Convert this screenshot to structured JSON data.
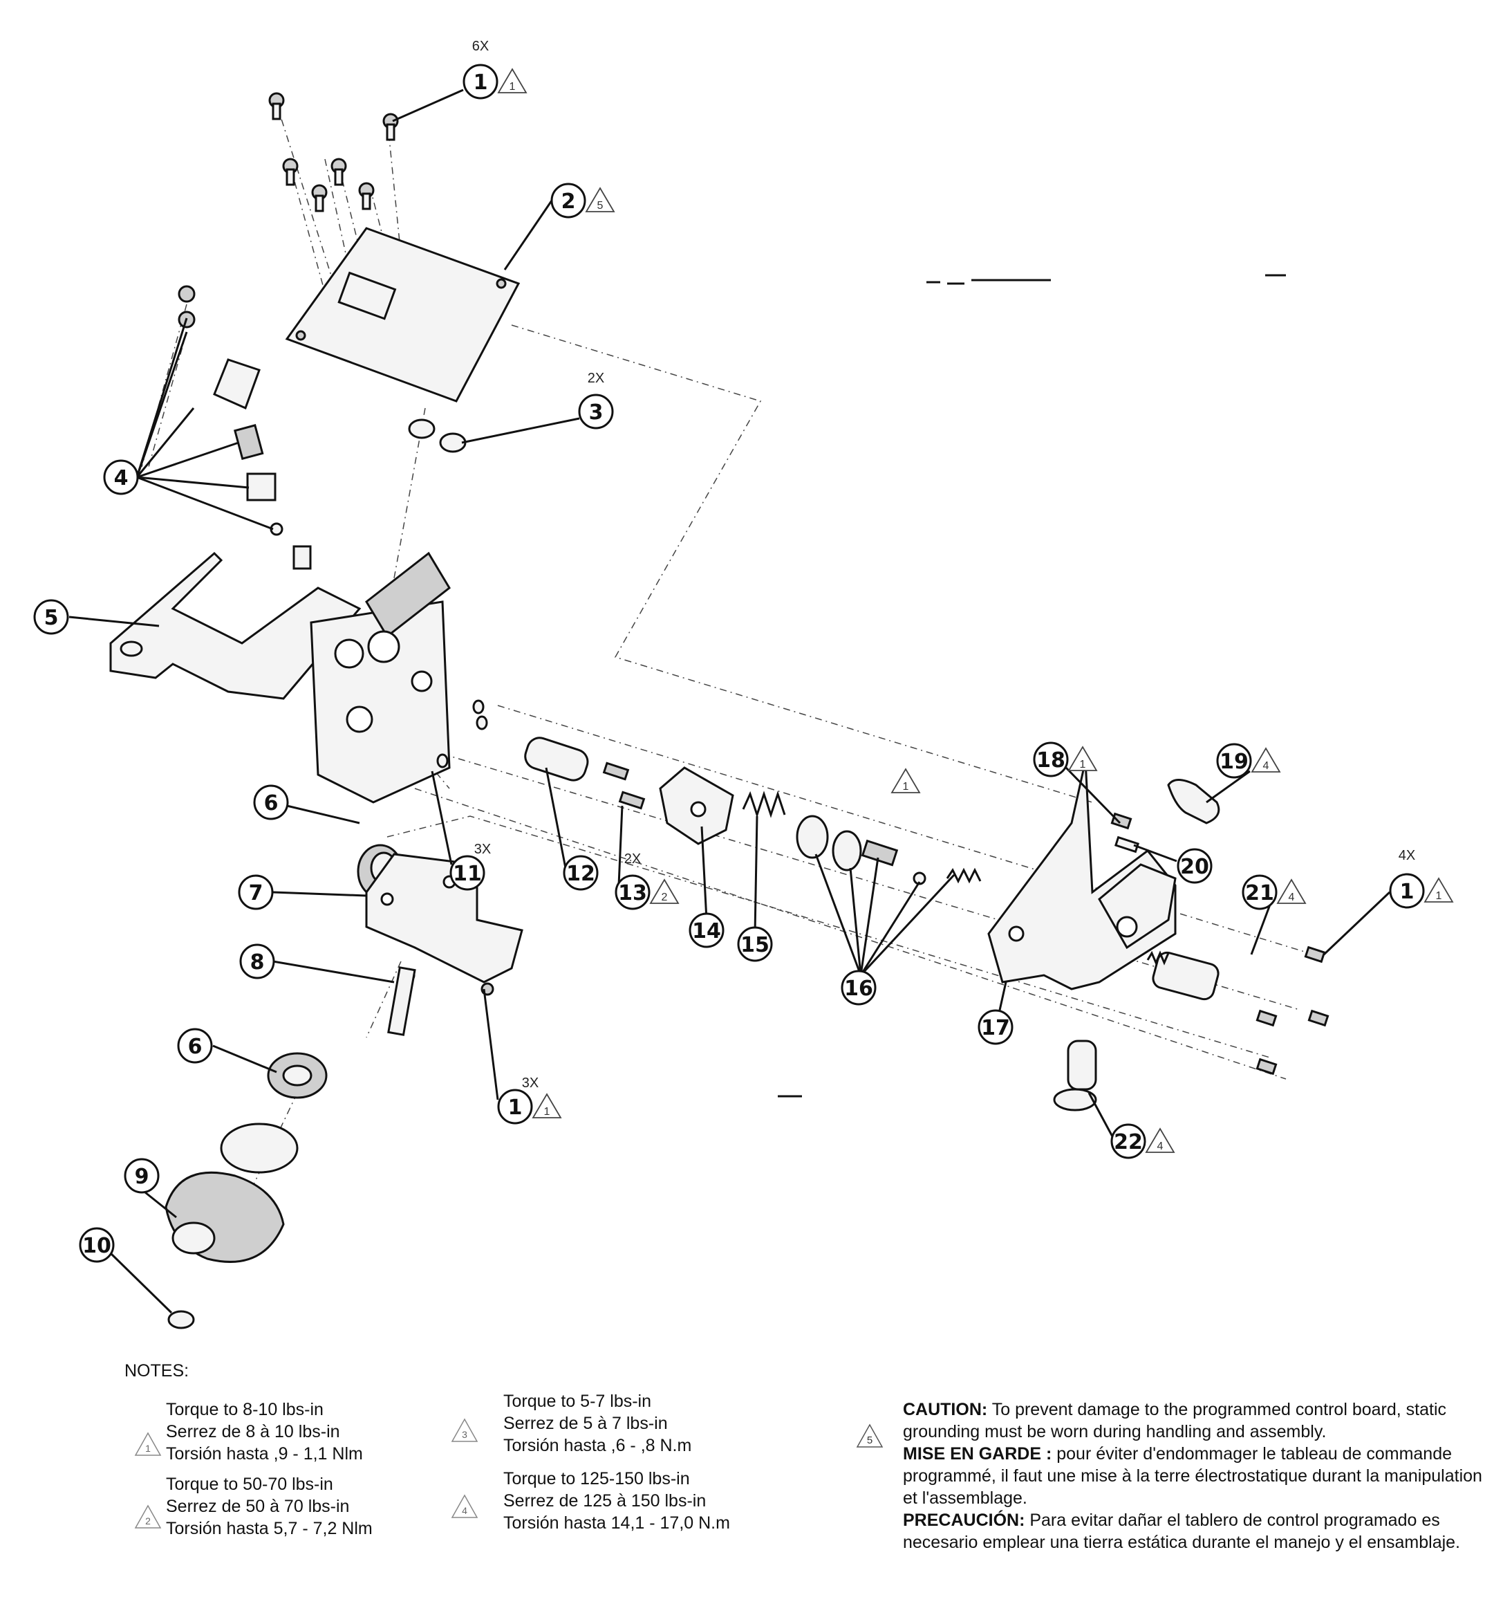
{
  "callouts": [
    {
      "num": "1",
      "qty": "6X",
      "note": "1"
    },
    {
      "num": "2",
      "note": "5"
    },
    {
      "num": "3",
      "qty": "2X"
    },
    {
      "num": "4"
    },
    {
      "num": "5"
    },
    {
      "num": "6"
    },
    {
      "num": "11",
      "qty": "3X"
    },
    {
      "num": "12"
    },
    {
      "num": "13",
      "qty": "2X",
      "note": "2"
    },
    {
      "num": "14"
    },
    {
      "num": "15"
    },
    {
      "num": "16"
    },
    {
      "num": "7"
    },
    {
      "num": "8"
    },
    {
      "num": "6"
    },
    {
      "num": "1",
      "qty": "3X",
      "note": "1"
    },
    {
      "num": "9"
    },
    {
      "num": "10"
    },
    {
      "num": "18",
      "note": "1"
    },
    {
      "num": "19",
      "note": "4"
    },
    {
      "num": "20"
    },
    {
      "num": "21",
      "note": "4"
    },
    {
      "num": "1",
      "qty": "4X",
      "note": "1"
    },
    {
      "num": "17"
    },
    {
      "num": "22",
      "note": "4"
    }
  ],
  "floating_tri_note": "1",
  "notes": {
    "heading": "NOTES:",
    "torque": [
      {
        "num": "1",
        "lines": [
          "Torque to 8-10 lbs-in",
          "Serrez de 8 à 10 lbs-in",
          "Torsión hasta ,9 - 1,1 Nlm"
        ]
      },
      {
        "num": "2",
        "lines": [
          "Torque to 50-70 lbs-in",
          "Serrez de 50 à 70 lbs-in",
          "Torsión hasta 5,7 - 7,2 Nlm"
        ]
      },
      {
        "num": "3",
        "lines": [
          "Torque to 5-7 lbs-in",
          "Serrez de 5 à 7 lbs-in",
          "Torsión hasta ,6 - ,8 N.m"
        ]
      },
      {
        "num": "4",
        "lines": [
          "Torque to 125-150 lbs-in",
          "Serrez de 125 à 150 lbs-in",
          "Torsión hasta 14,1 - 17,0 N.m"
        ]
      }
    ],
    "caution": {
      "num": "5",
      "en_label": "CAUTION:",
      "en_text": " To prevent damage to the programmed control board, static grounding must be worn during handling and assembly.",
      "fr_label": "MISE EN GARDE :",
      "fr_text": " pour éviter d'endommager le tableau de commande programmé, il faut une mise à la terre électrostatique durant la manipulation et l'assemblage.",
      "es_label": "PRECAUCIÓN:",
      "es_text": " Para evitar dañar el tablero de control programado es necesario emplear una tierra estática durante el manejo y el ensamblaje."
    }
  }
}
